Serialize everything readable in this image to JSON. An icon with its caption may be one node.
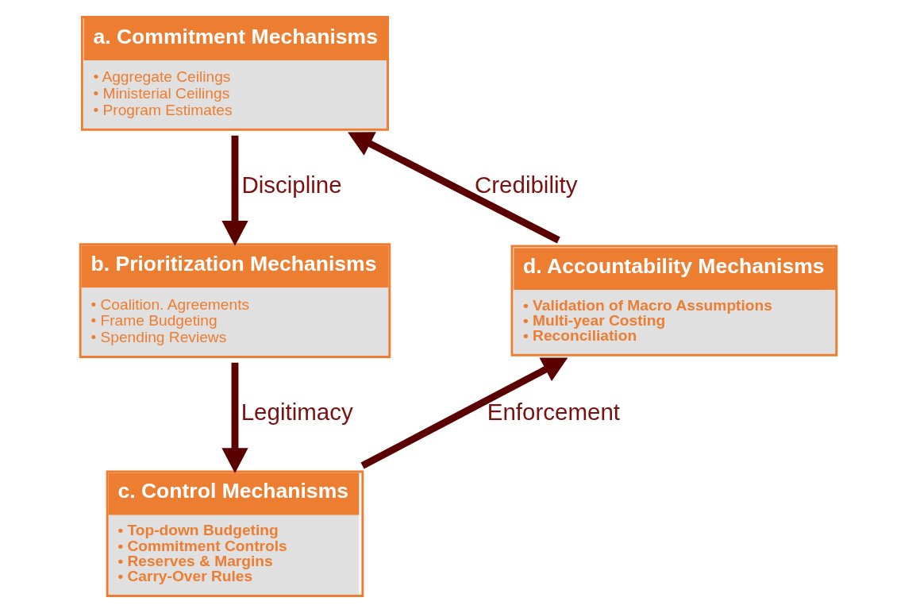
{
  "diagram": {
    "nodes": [
      {
        "text": [
          "a. Commitment Mechanisms",
          "• Aggregate Ceilings",
          "• Ministerial Ceilings",
          "• Program Estimates"
        ]
      },
      {
        "text": [
          "b. Prioritization Mechanisms",
          "• Coalition. Agreements",
          "• Frame Budgeting",
          "• Spending Reviews"
        ]
      },
      {
        "text": [
          "c. Control Mechanisms",
          "• Top-down Budgeting",
          "• Commitment Controls",
          "• Reserves & Margins",
          "• Carry-Over Rules"
        ]
      },
      {
        "text": [
          "d. Accountability Mechanisms",
          "• Validation of Macro Assumptions",
          "• Multi-year Costing",
          "• Reconciliation"
        ]
      }
    ],
    "edges": [
      {
        "from": 0,
        "to": 1,
        "arrow": "to",
        "label": "Discipline"
      },
      {
        "from": 1,
        "to": 2,
        "arrow": "to",
        "label": "Legitimacy"
      },
      {
        "from": 2,
        "to": 3,
        "arrow": "to",
        "label": "Enforcement"
      },
      {
        "from": 3,
        "to": 0,
        "arrow": "to",
        "label": "Credibility"
      }
    ]
  }
}
